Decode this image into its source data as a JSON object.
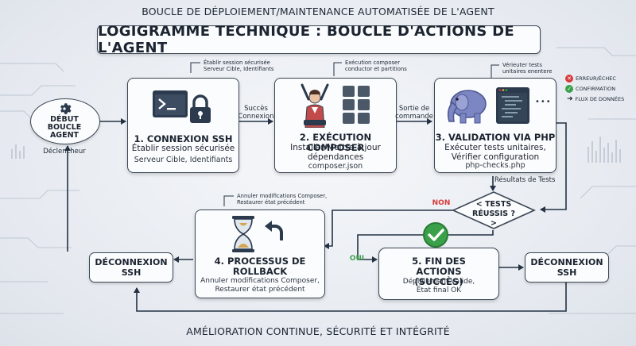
{
  "header": {
    "top_title": "BOUCLE DE DÉPLOIEMENT/MAINTENANCE AUTOMATISÉE DE L'AGENT",
    "main_title": "LOGIGRAMME TECHNIQUE : BOUCLE D'ACTIONS DE L'AGENT",
    "bottom_title": "AMÉLIORATION CONTINUE, SÉCURITÉ ET INTÉGRITÉ"
  },
  "legend": {
    "error": "ERREUR/ÉCHEC",
    "confirm": "CONFIRMATION",
    "flow": "FLUX DE DONNÉES",
    "colors": {
      "error": "#d63a3a",
      "confirm": "#3aa04a",
      "flow": "#2b3a4c"
    }
  },
  "start": {
    "title": "DÉBUT BOUCLE AGENT",
    "sub": "Déclencheur",
    "icon": "gear-icon"
  },
  "steps": {
    "ssh": {
      "note": "Établir session sécurisée\nServeur Cible, Identifiants",
      "title": "1. CONNEXION SSH",
      "sub": "Établir session sécurisée",
      "detail": "Serveur Cible, Identifiants",
      "icons": [
        "terminal-icon",
        "lock-icon"
      ]
    },
    "composer": {
      "note": "Exécution composer\nconductor et partitions",
      "title": "2. EXÉCUTION COMPOSER",
      "sub": "Installer/Mettre à jour dépendances",
      "detail": "composer.json",
      "icons": [
        "conductor-icon",
        "grid-icon"
      ]
    },
    "php": {
      "note": "Vérieuter tests\nunitaires enentere",
      "title": "3. VALIDATION VIA PHP",
      "sub": "Exécuter tests unitaires, Vérifier configuration",
      "detail": "php-checks.php",
      "icons": [
        "elephant-icon",
        "code-editor-icon"
      ]
    },
    "rollback": {
      "note": "Annuler modifications Composer,\nRestaurer état précédent",
      "title": "4. PROCESSUS DE ROLLBACK",
      "sub": "Annuler modifications Composer, Restaurer état précédent",
      "icons": [
        "hourglass-icon",
        "undo-arrow-icon"
      ]
    },
    "end": {
      "title": "5. FIN DES ACTIONS (SUCCÈS)",
      "sub": "Déploiement valide, État final OK",
      "icons": [
        "check-circle-icon"
      ]
    }
  },
  "decision": {
    "text": "< TESTS RÉUSSIS ?>"
  },
  "disconnect_left": "DÉCONNEXION SSH",
  "disconnect_right": "DÉCONNEXION SSH",
  "edges": {
    "ssh_ok": "Succès\nConnexion",
    "cmd_out": "Sortie de\ncommande",
    "test_results": "Résultats de Tests",
    "no": "NON",
    "yes": "OUI"
  }
}
